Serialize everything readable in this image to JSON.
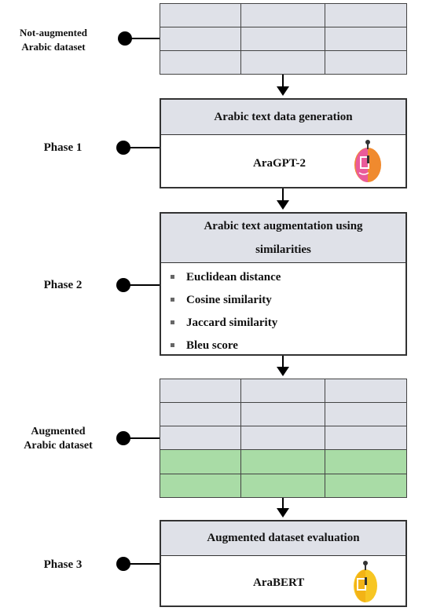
{
  "labels": {
    "not_augmented": "Not-augmented\nArabic dataset",
    "phase1": "Phase 1",
    "phase2": "Phase 2",
    "augmented": "Augmented\nArabic dataset",
    "phase3": "Phase 3"
  },
  "phase1_box": {
    "header": "Arabic text data generation",
    "model": "AraGPT-2"
  },
  "phase2_box": {
    "header": "Arabic text augmentation using similarities",
    "items": [
      "Euclidean distance",
      "Cosine similarity",
      "Jaccard similarity",
      "Bleu score"
    ]
  },
  "phase3_box": {
    "header": "Augmented dataset evaluation",
    "model": "AraBERT"
  },
  "colors": {
    "grey_cell": "#dfe1e8",
    "green_cell": "#a9dca6"
  }
}
